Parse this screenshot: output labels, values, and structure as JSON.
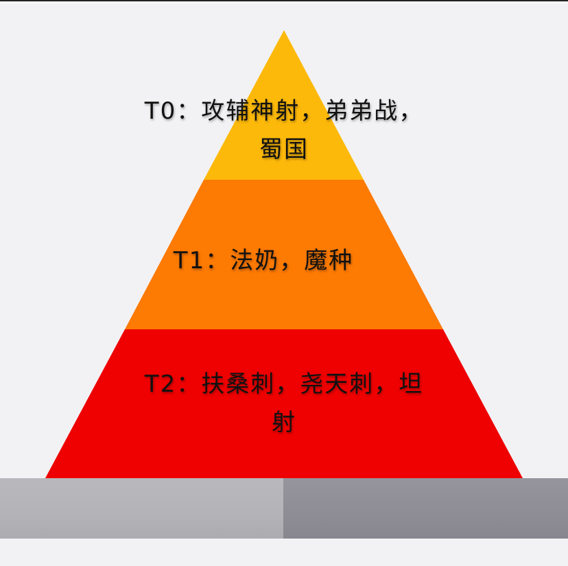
{
  "diagram": {
    "type": "pyramid",
    "tiers": [
      {
        "id": "T0",
        "line1": "T0：攻辅神射，弟弟战，",
        "line2": "蜀国",
        "color": "#fdb90a"
      },
      {
        "id": "T1",
        "line1": "T1：法奶，魔种",
        "line2": "",
        "color": "#fd7a03"
      },
      {
        "id": "T2",
        "line1": "T2：扶桑刺，尧天刺，坦",
        "line2": "射",
        "color": "#ef0101"
      }
    ],
    "base": {
      "left_color": "#b6b5ba",
      "right_color": "#908e96"
    },
    "background": "#f2f2f4"
  }
}
